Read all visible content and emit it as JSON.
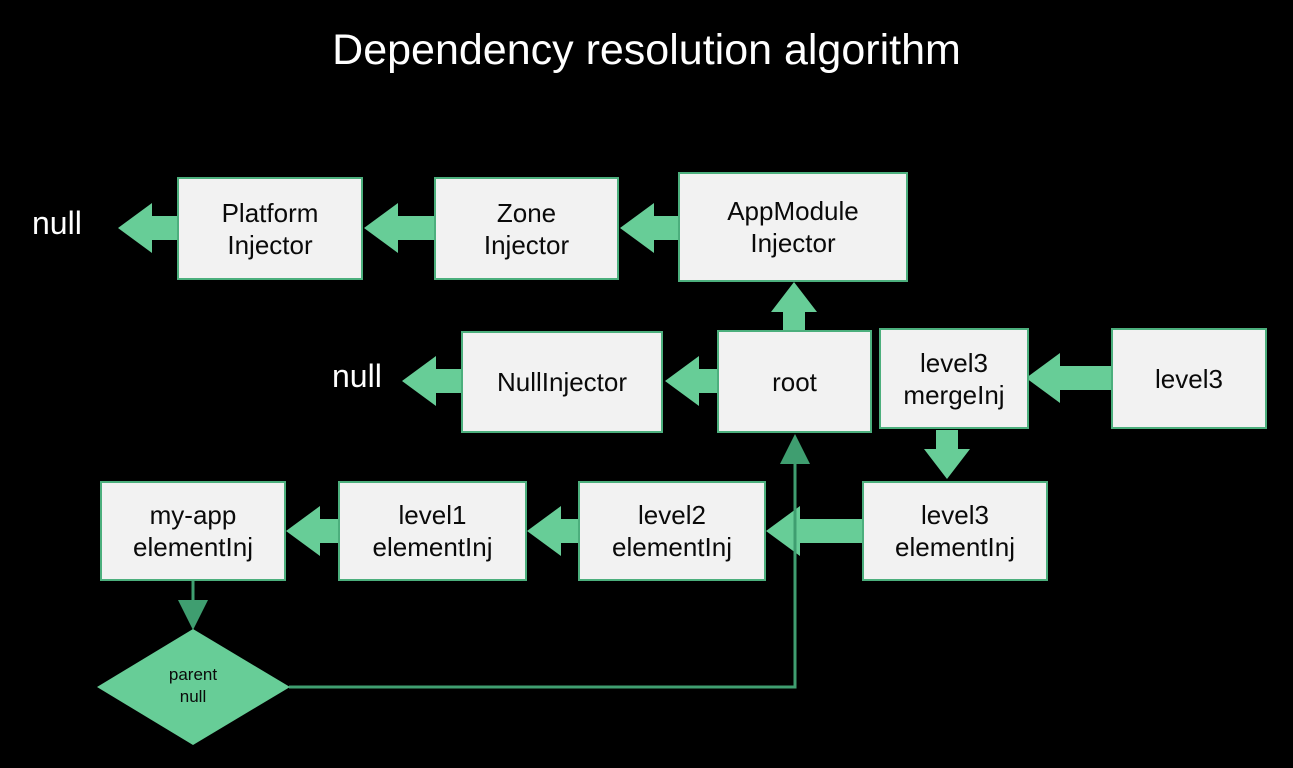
{
  "page": {
    "title": "Dependency resolution algorithm",
    "background_color": "#000000",
    "title_color": "#ffffff",
    "node_fill": "#f2f2f2",
    "node_border": "#4caf7d",
    "arrow_color": "#67cd97",
    "thin_line_color": "#3f9e70",
    "diamond_fill": "#67cd97"
  },
  "labels": {
    "null_top": "null",
    "null_mid": "null"
  },
  "nodes": {
    "platform_injector": {
      "line1": "Platform",
      "line2": "Injector"
    },
    "zone_injector": {
      "line1": "Zone",
      "line2": "Injector"
    },
    "appmodule_injector": {
      "line1": "AppModule",
      "line2": "Injector"
    },
    "nullinjector": {
      "line1": "NullInjector",
      "line2": ""
    },
    "root": {
      "line1": "root",
      "line2": ""
    },
    "level3_mergeinj": {
      "line1": "level3",
      "line2": "mergeInj"
    },
    "level3": {
      "line1": "level3",
      "line2": ""
    },
    "myapp_elementinj": {
      "line1": "my-app",
      "line2": "elementInj"
    },
    "level1_elementinj": {
      "line1": "level1",
      "line2": "elementInj"
    },
    "level2_elementinj": {
      "line1": "level2",
      "line2": "elementInj"
    },
    "level3_elementinj": {
      "line1": "level3",
      "line2": "elementInj"
    }
  },
  "decision": {
    "line1": "parent",
    "line2": "null"
  }
}
